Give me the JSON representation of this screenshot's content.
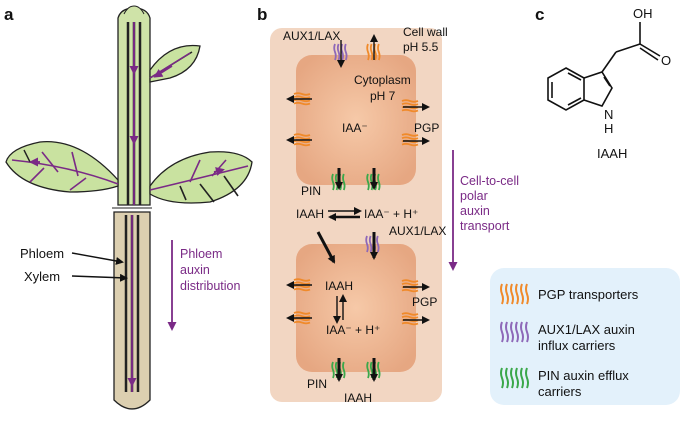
{
  "panels": {
    "a": "a",
    "b": "b",
    "c": "c"
  },
  "panel_a": {
    "phloem_label": "Phloem",
    "xylem_label": "Xylem",
    "distribution_label": [
      "Phloem",
      "auxin",
      "distribution"
    ]
  },
  "panel_b": {
    "aux_lax_top": "AUX1/LAX",
    "cell_wall": "Cell wall",
    "ph_wall": "pH 5.5",
    "cytoplasm": "Cytoplasm",
    "ph_cyto": "pH 7",
    "iaa_minus_top": "IAA⁻",
    "pgp_top": "PGP",
    "pin_top": "PIN",
    "iaah_mid": "IAAH",
    "iaa_h_mid": "IAA⁻ + H⁺",
    "aux_lax_mid": "AUX1/LAX",
    "transport_label": [
      "Cell-to-cell",
      "polar",
      "auxin",
      "transport"
    ],
    "iaah_lower": "IAAH",
    "pgp_lower": "PGP",
    "iaa_h_lower": "IAA⁻ + H⁺",
    "pin_bottom": "PIN",
    "iaah_bottom": "IAAH"
  },
  "panel_c": {
    "oh": "OH",
    "o": "O",
    "nh_n": "N",
    "nh_h": "H",
    "name": "IAAH"
  },
  "legend": {
    "pgp": "PGP transporters",
    "aux": [
      "AUX1/LAX auxin",
      "influx carriers"
    ],
    "pin": [
      "PIN auxin efflux",
      "carriers"
    ]
  },
  "colors": {
    "purple": "#7a2a86",
    "pgp": "#f08a2a",
    "aux": "#8e68b8",
    "pin": "#3aa84a",
    "leaf": "#c9e2a0",
    "stem_green": "#cfe3a8",
    "root": "#dccfb0",
    "cell_outer": "#f0d4bf",
    "cell_inner": "#e8b593",
    "legend_bg": "#e3f1fb"
  }
}
